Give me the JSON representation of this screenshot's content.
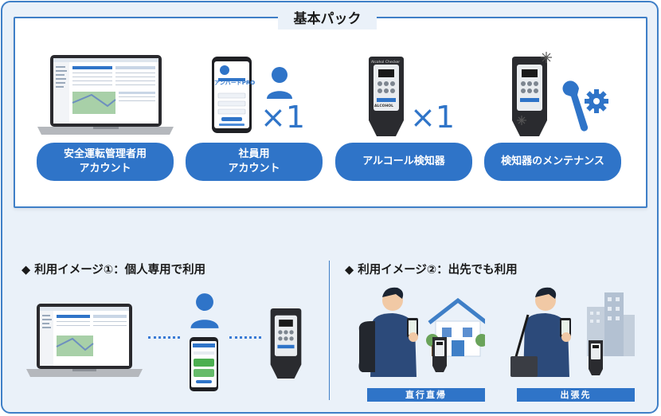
{
  "pack": {
    "title": "基本パック",
    "items": [
      {
        "line1": "安全運転管理者用",
        "line2": "アカウント"
      },
      {
        "line1": "社員用",
        "line2": "アカウント"
      },
      {
        "line1": "アルコール検知器",
        "line2": ""
      },
      {
        "line1": "検知器のメンテナンス",
        "line2": ""
      }
    ],
    "multiplier_1": "×1",
    "multiplier_2": "×1",
    "phone_app_name": "アンバードPRO",
    "device_label": "Alcohol Checker",
    "device_brand": "ALCOHOL"
  },
  "usage": {
    "image1_title": "◆ 利用イメージ①：個人専用で利用",
    "image2_title": "◆ 利用イメージ②：出先でも利用",
    "label_commute": "直行直帰",
    "label_business_trip": "出張先"
  },
  "colors": {
    "accent": "#2f74c8",
    "border": "#3f7fc7",
    "background": "#eaf1f9"
  }
}
